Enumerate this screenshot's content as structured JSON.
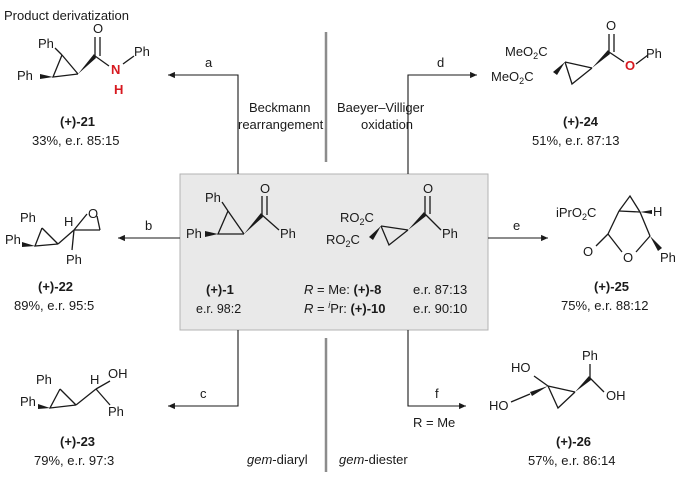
{
  "title": "Product derivatization",
  "divider_labels": {
    "left": "gem-diaryl",
    "right": "gem-diester",
    "left_prefix": "gem",
    "left_suffix": "-diaryl",
    "right_prefix": "gem",
    "right_suffix": "-diester"
  },
  "center": {
    "compound1_label": "(+)-1",
    "compound1_er": "e.r. 98:2",
    "row_me_prefix": "R",
    "row_me_middle": " = Me: ",
    "row_me_compound": "(+)-8",
    "row_me_er": "e.r. 87:13",
    "row_ipr_prefix": "R",
    "row_ipr_eq": " = ",
    "row_ipr_sup": "i",
    "row_ipr_pr": "Pr: ",
    "row_ipr_compound": "(+)-10",
    "row_ipr_er": "e.r. 90:10"
  },
  "reactions": {
    "a": {
      "letter": "a",
      "label_1": "Beckmann",
      "label_2": "rearrangement"
    },
    "b": {
      "letter": "b"
    },
    "c": {
      "letter": "c"
    },
    "d": {
      "letter": "d",
      "label_1": "Baeyer–Villiger",
      "label_2": "oxidation"
    },
    "e": {
      "letter": "e"
    },
    "f": {
      "letter": "f",
      "condition": "R = Me"
    }
  },
  "products": [
    {
      "id": "21",
      "label": "(+)-21",
      "yield": "33%, e.r. 85:15"
    },
    {
      "id": "22",
      "label": "(+)-22",
      "yield": "89%, e.r. 95:5"
    },
    {
      "id": "23",
      "label": "(+)-23",
      "yield": "79%, e.r. 97:3"
    },
    {
      "id": "24",
      "label": "(+)-24",
      "yield": "51%, e.r. 87:13"
    },
    {
      "id": "25",
      "label": "(+)-25",
      "yield": "75%, e.r. 88:12"
    },
    {
      "id": "26",
      "label": "(+)-26",
      "yield": "57%, e.r. 86:14"
    }
  ],
  "atoms": {
    "ph": "Ph",
    "o": "O",
    "h": "H",
    "n": "N",
    "oh": "OH",
    "ho": "HO",
    "r": "R",
    "meo2c": "MeO",
    "co2": "CO",
    "two": "2",
    "ipro2c": "iPrO",
    "c": "C"
  },
  "colors": {
    "box_fill": "#e9e9e9",
    "box_stroke": "#b3b3b3",
    "heteroatom": "#d71920",
    "divider": "#8c8c8c"
  }
}
